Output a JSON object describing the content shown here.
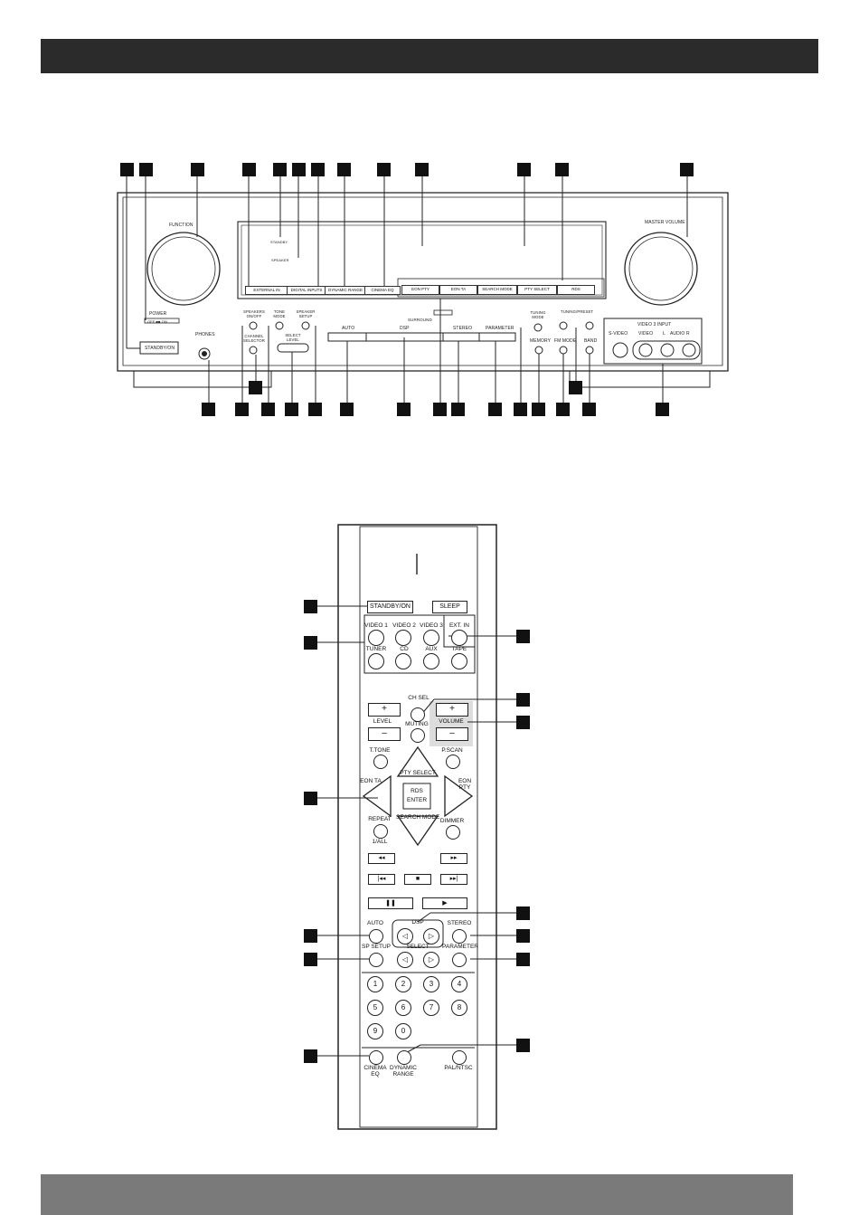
{
  "front_panel": {
    "function_label": "FUNCTION",
    "power_label": "POWER",
    "power_off_on": "OFF ■■ ON",
    "standby_on_label": "STANDBY/ON",
    "phones_label": "PHONES",
    "master_volume_label": "MASTER VOLUME",
    "standby_indicator": "STANDBY",
    "speaker_indicator": "SPEAKER",
    "display_buttons": [
      "EXTERNAL IN",
      "DIGITAL INPUTS",
      "DYNAMIC RANGE",
      "CINEMA EQ"
    ],
    "rds_buttons": [
      "EON PTY",
      "EON TA",
      "SEARCH MODE",
      "PTY SELECT",
      "RDS"
    ],
    "speakers_on_off": "SPEAKERS ON/OFF",
    "tone_mode": "TONE MODE",
    "speaker_setup": "SPEAKER SETUP",
    "channel_selector": "CHANNEL SELECTOR",
    "select_level": "SELECT LEVEL",
    "surround_label": "SURROUND",
    "surround_auto": "AUTO",
    "surround_dsp": "DSP",
    "surround_stereo": "STEREO",
    "surround_parameter": "PARAMETER",
    "tuning_mode": "TUNING MODE",
    "tuning_preset": "TUNING/PRESET",
    "memory": "MEMORY",
    "fm_mode": "FM MODE",
    "band": "BAND",
    "video3_input": "VIDEO 3 INPUT",
    "s_video": "S-VIDEO",
    "video": "VIDEO",
    "audio_l": "L",
    "audio": "AUDIO",
    "audio_r": "R"
  },
  "remote": {
    "standby_on": "STANDBY/ON",
    "sleep": "SLEEP",
    "sources_row1": [
      "VIDEO 1",
      "VIDEO 2",
      "VIDEO 3",
      "EXT. IN"
    ],
    "sources_row2": [
      "TUNER",
      "CD",
      "AUX",
      "TAPE"
    ],
    "ch_sel": "CH SEL",
    "level": "LEVEL",
    "muting": "MUTING",
    "volume": "VOLUME",
    "plus": "+",
    "minus": "–",
    "t_tone": "T.TONE",
    "p_scan": "P.SCAN",
    "pty_select": "PTY SELECT",
    "eon_ta": "EON TA",
    "eon_pty": "EON PTY",
    "rds": "RDS",
    "enter": "ENTER",
    "repeat": "REPEAT",
    "one_all": "1/ALL",
    "search_mode": "SEARCH MODE",
    "dimmer": "DIMMER",
    "dsp": "DSP",
    "auto": "AUTO",
    "stereo": "STEREO",
    "sp_setup": "SP SETUP",
    "select": "SELECT",
    "parameter": "PARAMETER",
    "numbers": [
      "1",
      "2",
      "3",
      "4",
      "5",
      "6",
      "7",
      "8",
      "9",
      "0"
    ],
    "cinema_eq": "CINEMA EQ",
    "dynamic_range": "DYNAMIC RANGE",
    "pal_ntsc": "PAL/NTSC"
  }
}
